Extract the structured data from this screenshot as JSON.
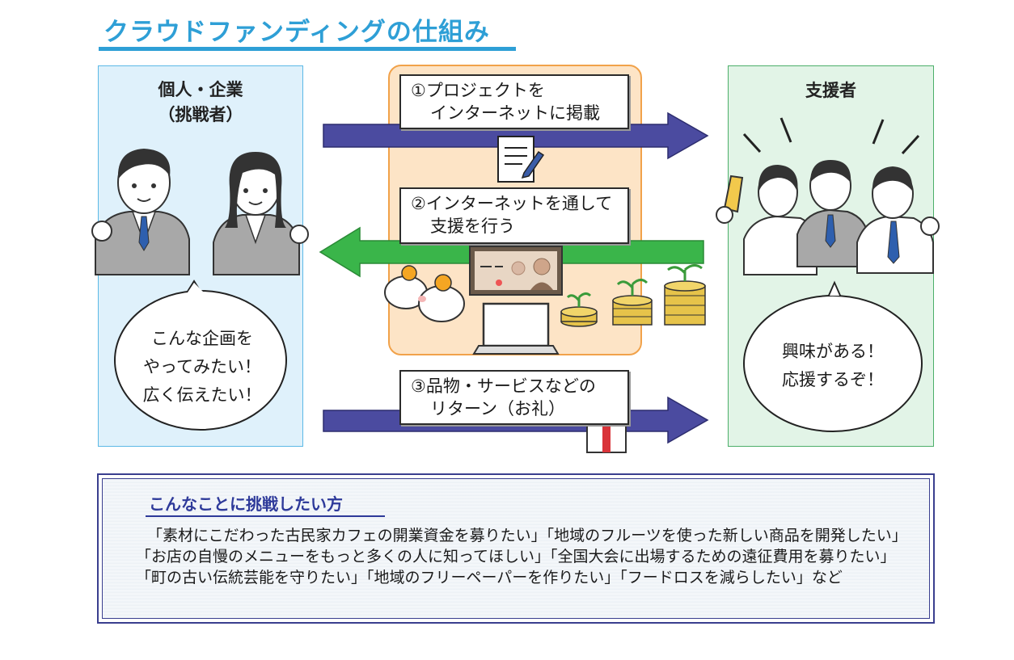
{
  "title": "クラウドファンディングの仕組み",
  "left_panel": {
    "heading_line1": "個人・企業",
    "heading_line2": "（挑戦者）",
    "bubble_line1": "こんな企画を",
    "bubble_line2": "やってみたい！",
    "bubble_line3": "広く伝えたい！"
  },
  "right_panel": {
    "heading": "支援者",
    "bubble_line1": "興味がある！",
    "bubble_line2": "応援するぞ！"
  },
  "steps": [
    {
      "line1": "①プロジェクトを",
      "line2": "インターネットに掲載"
    },
    {
      "line1": "②インターネットを通して",
      "line2": "支援を行う"
    },
    {
      "line1": "③品物・サービスなどの",
      "line2": "リターン（お礼）"
    }
  ],
  "info": {
    "title": "こんなことに挑戦したい方",
    "text": "「素材にこだわった古民家カフェの開業資金を募りたい」「地域のフルーツを使った新しい商品を開発したい」「お店の自慢のメニューをもっと多くの人に知ってほしい」「全国大会に出場するための遠征費用を募りたい」「町の古い伝統芸能を守りたい」「地域のフリーペーパーを作りたい」「フードロスを減らしたい」など"
  },
  "colors": {
    "title_blue": "#2e9fd6",
    "arrow_purple": "#4b4ba0",
    "arrow_green": "#3ab54a",
    "left_panel_bg": "#dff1fb",
    "right_panel_bg": "#e2f4e7",
    "center_panel_bg": "#fde4c6",
    "info_border": "#3a3f8f"
  },
  "icons": [
    "document-pen-icon",
    "banknote-icon",
    "piggy-bank-icon",
    "laptop-icon",
    "coin-sprout-icon",
    "gift-box-icon",
    "businessman-icon",
    "businesswoman-icon",
    "supporters-group-icon",
    "speech-bubble-icon"
  ]
}
